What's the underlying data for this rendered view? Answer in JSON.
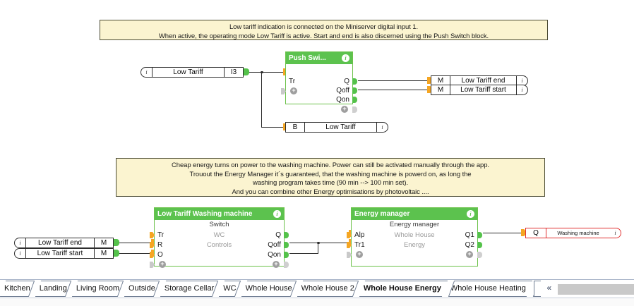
{
  "notes": [
    {
      "name": "note-low-tariff",
      "lines": [
        "Low tariff indication is connected on the Miniserver digital input 1.",
        "When active, the operating mode Low Tariff is active. Start and end is also discerned using the Push Switch block."
      ]
    },
    {
      "name": "note-cheap-energy",
      "lines": [
        "Cheap energy turns on power to the washing machine. Power can still be activated manually through the app.",
        "Trouout the Energy Manager it´s guaranteed, that the washing machine is powerd on, as long the",
        "washing program takes time (90 min --> 100 min set).",
        "And you can combine other Energy optimisations by photovoltaic ...."
      ]
    }
  ],
  "io_blocks": {
    "low_tariff_input": {
      "cap": "i",
      "name": "Low Tariff",
      "tag": "I3"
    },
    "low_tariff_end_out": {
      "tag": "M",
      "name": "Low Tariff end",
      "cap": "i"
    },
    "low_tariff_start_out": {
      "tag": "M",
      "name": "Low Tariff start",
      "cap": "i"
    },
    "low_tariff_flag": {
      "tag": "B",
      "name": "Low Tariff",
      "cap": "i"
    },
    "low_tariff_end_in": {
      "cap": "i",
      "name": "Low Tariff end",
      "tag": "M"
    },
    "low_tariff_start_in": {
      "cap": "i",
      "name": "Low Tariff start",
      "tag": "M"
    },
    "washing_machine_out": {
      "tag": "Q",
      "name": "Washing machine",
      "cap": "i"
    }
  },
  "blocks": {
    "push_switch": {
      "title": "Push Swi...",
      "info": "i",
      "inputs": [
        "Tr"
      ],
      "outputs": [
        "Q",
        "Qoff",
        "Qon"
      ],
      "plus": "+"
    },
    "low_tariff_washing_machine": {
      "title": "Low Tariff Washing machine",
      "info": "i",
      "subtitle": "Switch",
      "center_lines": [
        "WC",
        "Controls"
      ],
      "inputs": [
        "Tr",
        "R",
        "O"
      ],
      "outputs": [
        "Q",
        "Qoff",
        "Qon"
      ],
      "plus": "+"
    },
    "energy_manager": {
      "title": "Energy manager",
      "info": "i",
      "subtitle": "Energy manager",
      "center_lines": [
        "Whole House",
        "Energy"
      ],
      "inputs": [
        "Alp",
        "Tr1"
      ],
      "outputs": [
        "Q1",
        "Q2"
      ],
      "plus": "+"
    }
  },
  "tabs": {
    "items": [
      {
        "label": "Kitchen",
        "active": false
      },
      {
        "label": "Landing",
        "active": false
      },
      {
        "label": "Living Room",
        "active": false
      },
      {
        "label": "Outside",
        "active": false
      },
      {
        "label": "Storage Cellar",
        "active": false
      },
      {
        "label": "WC",
        "active": false
      },
      {
        "label": "Whole House",
        "active": false
      },
      {
        "label": "Whole House 2",
        "active": false
      },
      {
        "label": "Whole House Energy",
        "active": true
      },
      {
        "label": "Whole House Heating",
        "active": false
      }
    ],
    "scroll_left": "«"
  },
  "colors": {
    "block_green": "#5cc24e",
    "note_yellow": "#fbf4d0",
    "input_nub_orange": "#f5a623",
    "output_nub_green": "#54c24a",
    "output_red": "#e03030"
  }
}
